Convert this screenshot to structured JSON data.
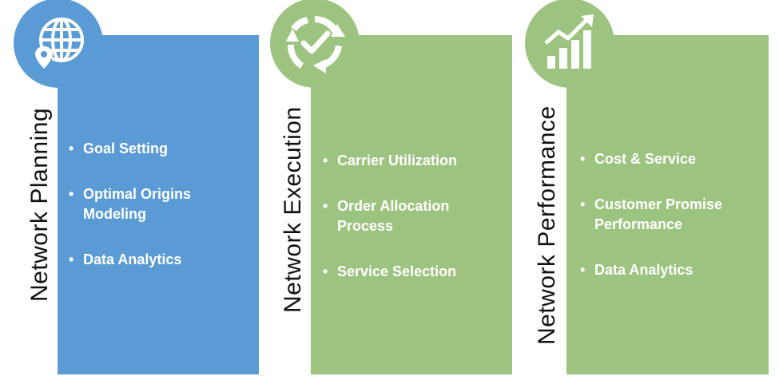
{
  "colors": {
    "planning": "#5b9bd5",
    "execution": "#9cc480",
    "performance": "#9cc480"
  },
  "panels": [
    {
      "title": "Network Planning",
      "icon": "globe-location-icon",
      "items": [
        "Goal Setting",
        "Optimal Origins Modeling",
        "Data Analytics"
      ]
    },
    {
      "title": "Network Execution",
      "icon": "refresh-check-icon",
      "items": [
        "Carrier Utilization",
        "Order Allocation Process",
        "Service Selection"
      ]
    },
    {
      "title": "Network Performance",
      "icon": "growth-chart-icon",
      "items": [
        "Cost & Service",
        "Customer Promise Performance",
        "Data Analytics"
      ]
    }
  ]
}
